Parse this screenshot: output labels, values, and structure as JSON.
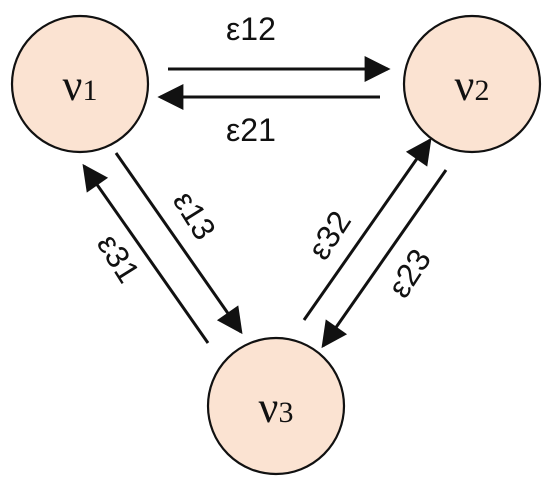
{
  "diagram": {
    "nodes": {
      "v1": {
        "symbol": "ν",
        "index": "1"
      },
      "v2": {
        "symbol": "ν",
        "index": "2"
      },
      "v3": {
        "symbol": "ν",
        "index": "3"
      }
    },
    "edges": {
      "e12": "ε12",
      "e21": "ε21",
      "e13": "ε13",
      "e31": "ε31",
      "e23": "ε23",
      "e32": "ε32"
    },
    "colors": {
      "node_fill": "#fbe3d2",
      "stroke": "#111111"
    }
  }
}
